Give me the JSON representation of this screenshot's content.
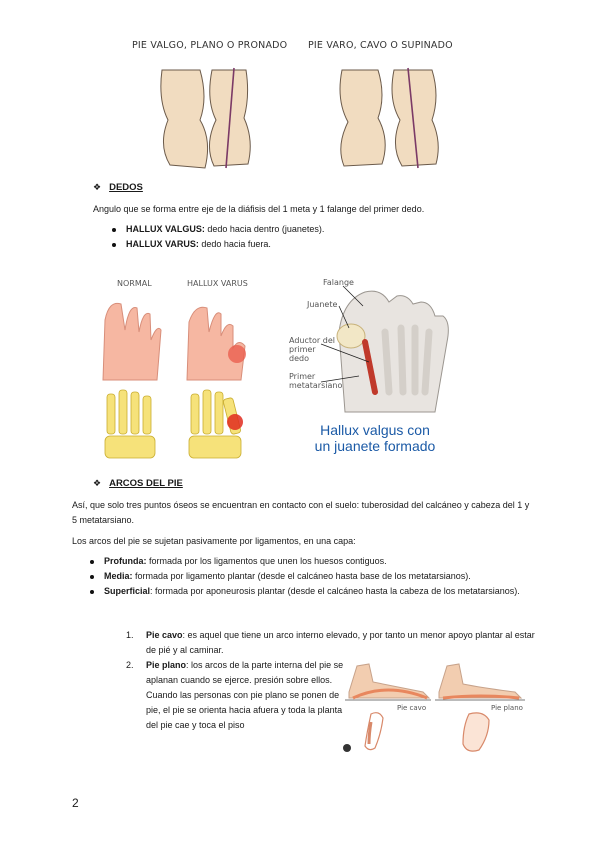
{
  "figure_feet": {
    "caption_left": "PIE VALGO, PLANO O PRONADO",
    "caption_right": "PIE VARO, CAVO O SUPINADO"
  },
  "dedos": {
    "bullet_icon": "diamond-bullet-icon",
    "title": "DEDOS",
    "intro": "Angulo que se forma entre eje de la diáfisis del 1 meta y 1 falange del primer dedo.",
    "items": [
      {
        "term": "HALLUX VALGUS:",
        "text": " dedo hacia dentro (juanetes)."
      },
      {
        "term": "HALLUX VARUS:",
        "text": " dedo hacia fuera."
      }
    ]
  },
  "figure_hallux": {
    "label_normal": "NORMAL",
    "label_varus": "HALLUX VARUS",
    "label_falange": "Falange",
    "label_juanete": "Juanete",
    "label_aductor": "Aductor del primer dedo",
    "label_metatarsiano": "Primer metatarsiano",
    "caption_line1": "Hallux valgus con",
    "caption_line2": "un juanete formado"
  },
  "arcos": {
    "bullet_icon": "diamond-bullet-icon",
    "title": "ARCOS DEL PIE",
    "para1": "Así, que solo tres puntos óseos se encuentran en contacto con el suelo: tuberosidad del calcáneo y cabeza del 1 y 5 metatarsiano.",
    "para2": "Los arcos del pie se sujetan pasivamente por ligamentos, en una capa:",
    "items": [
      {
        "term": "Profunda:",
        "text": " formada por los ligamentos que unen los huesos contiguos."
      },
      {
        "term": "Media:",
        "text": " formada por ligamento plantar (desde el calcáneo hasta base de los metatarsianos)."
      },
      {
        "term": "Superficial",
        "text": ": formada por aponeurosis plantar (desde el calcáneo hasta la cabeza de los metatarsianos)."
      }
    ],
    "numbered": [
      {
        "n": "1.",
        "term": "Pie cavo",
        "text": ":  es aquel que tiene un arco interno elevado, y por tanto un menor apoyo plantar al estar de pié y al caminar."
      },
      {
        "n": "2.",
        "term": "Pie plano",
        "text": ": los arcos de la parte interna del pie se aplanan cuando se ejerce. presión sobre ellos. Cuando las personas con pie plano se ponen de pie, el pie se orienta hacia afuera y toda la planta del pie cae y toca el piso"
      }
    ]
  },
  "figure_arch": {
    "label_cavo": "Pie cavo",
    "label_plano": "Pie plano"
  },
  "page_number": "2"
}
